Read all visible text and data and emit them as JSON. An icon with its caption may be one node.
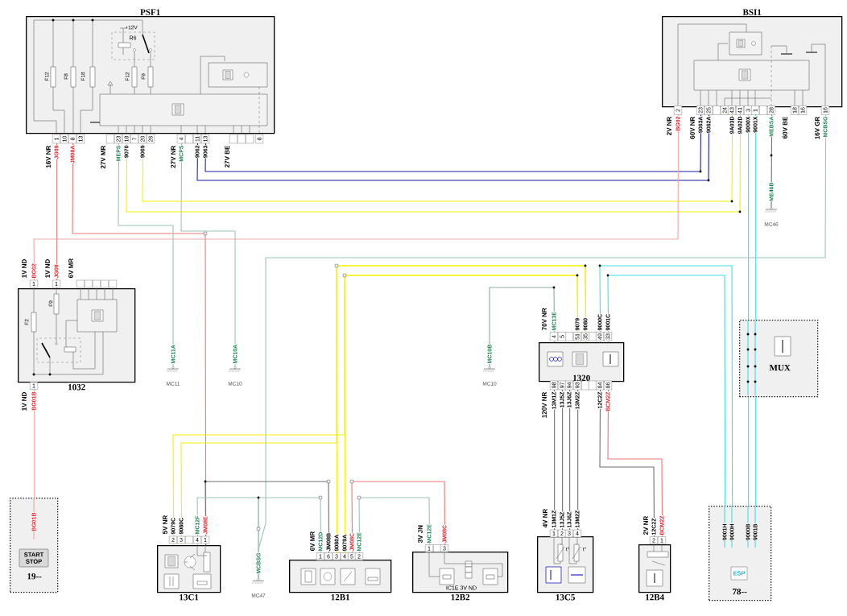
{
  "diagram": {
    "nodes": [
      {
        "text": [
          "PSF1"
        ]
      },
      {
        "text": [
          "BSI1"
        ]
      },
      {
        "text": [
          "MC46"
        ]
      },
      {
        "text": [
          "1032"
        ]
      },
      {
        "text": [
          "MC11"
        ]
      },
      {
        "text": [
          "MC10"
        ]
      },
      {
        "text": [
          "MC10"
        ]
      },
      {
        "text": [
          "1320"
        ]
      },
      {
        "text": [
          "MUX"
        ]
      },
      {
        "text": [
          "19--"
        ]
      },
      {
        "text": [
          "13C1"
        ]
      },
      {
        "text": [
          "MC47"
        ]
      },
      {
        "text": [
          "12B1"
        ]
      },
      {
        "text": [
          "12B2"
        ]
      },
      {
        "text": [
          "13C5"
        ]
      },
      {
        "text": [
          "12B4"
        ]
      },
      {
        "text": [
          "78--"
        ]
      }
    ],
    "edges": [
      {
        "from": 0,
        "to": 3,
        "arrow": "none",
        "color": "#e87878"
      },
      {
        "from": 0,
        "to": 10,
        "arrow": "none",
        "color": "#e87878"
      },
      {
        "from": 0,
        "to": 4,
        "arrow": "none",
        "color": "#9fc3b8"
      },
      {
        "from": 0,
        "to": 5,
        "arrow": "none",
        "color": "#9fc3b8"
      },
      {
        "from": 0,
        "to": 1,
        "arrow": "none",
        "color": "#f2f200"
      },
      {
        "from": 0,
        "to": 1,
        "arrow": "none",
        "color": "#f2f200"
      },
      {
        "from": 0,
        "to": 1,
        "arrow": "none",
        "color": "#1c1ca8"
      },
      {
        "from": 0,
        "to": 1,
        "arrow": "none",
        "color": "#1c1ca8"
      },
      {
        "from": 1,
        "to": 3,
        "arrow": "none",
        "color": "#f0a8a8"
      },
      {
        "from": 1,
        "to": 8,
        "arrow": "none",
        "color": "#3ee0ea"
      },
      {
        "from": 1,
        "to": 8,
        "arrow": "none",
        "color": "#3ee0ea"
      },
      {
        "from": 1,
        "to": 2,
        "arrow": "none",
        "color": "#707070"
      },
      {
        "from": 1,
        "to": 11,
        "arrow": "none",
        "color": "#9fc3b8"
      },
      {
        "from": 3,
        "to": 9,
        "arrow": "none",
        "color": "#f0a8a8"
      },
      {
        "from": 7,
        "to": 6,
        "arrow": "none",
        "color": "#8faa9f"
      },
      {
        "from": 7,
        "to": 12,
        "arrow": "none",
        "color": "#f2f200"
      },
      {
        "from": 7,
        "to": 12,
        "arrow": "none",
        "color": "#f2f200"
      },
      {
        "from": 7,
        "to": 10,
        "arrow": "none",
        "color": "#f2f200"
      },
      {
        "from": 7,
        "to": 10,
        "arrow": "none",
        "color": "#f2f200"
      },
      {
        "from": 7,
        "to": 16,
        "arrow": "none",
        "color": "#3ee0ea"
      },
      {
        "from": 7,
        "to": 16,
        "arrow": "none",
        "color": "#3ee0ea"
      },
      {
        "from": 7,
        "to": 14,
        "arrow": "none",
        "color": "#707070"
      },
      {
        "from": 7,
        "to": 14,
        "arrow": "none",
        "color": "#707070"
      },
      {
        "from": 7,
        "to": 14,
        "arrow": "none",
        "color": "#707070"
      },
      {
        "from": 7,
        "to": 14,
        "arrow": "none",
        "color": "#707070"
      },
      {
        "from": 7,
        "to": 15,
        "arrow": "none",
        "color": "#707070"
      },
      {
        "from": 7,
        "to": 15,
        "arrow": "none",
        "color": "#e87878"
      },
      {
        "from": 12,
        "to": 10,
        "arrow": "none",
        "color": "#707070"
      },
      {
        "from": 12,
        "to": 13,
        "arrow": "none",
        "color": "#e87878"
      },
      {
        "from": 10,
        "to": 11,
        "arrow": "none",
        "color": "#9fc3b8"
      },
      {
        "from": 12,
        "to": 11,
        "arrow": "none",
        "color": "#9fc3b8"
      },
      {
        "from": 12,
        "to": 13,
        "arrow": "none",
        "color": "#9fc3b8"
      },
      {
        "from": 8,
        "to": 16,
        "arrow": "none",
        "color": "#3ee0ea"
      },
      {
        "from": 8,
        "to": 16,
        "arrow": "none",
        "color": "#3ee0ea"
      }
    ],
    "labels": [
      "F12",
      "F8",
      "F18",
      "+12V",
      "R6",
      "F12",
      "F9",
      "16V NR",
      "1",
      "JG09",
      "10",
      "8",
      "JM08A",
      "13",
      "27V MR",
      "23",
      "MEPS",
      "18",
      "9070",
      "7",
      "20",
      "9069",
      "26",
      "27V NR",
      "4",
      "MCPS",
      "11",
      "9062",
      "13",
      "9063",
      "27V BE",
      "8",
      "2V NR",
      "2",
      "BG02",
      "60V NR",
      "23",
      "9063A",
      "25",
      "9062A",
      "24",
      "43",
      "9A03D",
      "41",
      "9A02D",
      "3",
      "9000X",
      "1",
      "9001X",
      "28",
      "MEBSA",
      "60V BE",
      "18",
      "16",
      "16V GR",
      "16",
      "MCBSG",
      "ME46B",
      "1V ND",
      "BG02",
      "1",
      "1V ND",
      "JG09",
      "1",
      "6V MR",
      "F9",
      "F2",
      "1",
      "1V ND",
      "BG01B",
      "MC11A",
      "MC10A",
      "MC10B",
      "70V NR",
      "4",
      "MC13E",
      "5",
      "51",
      "9079",
      "35",
      "9080",
      "49",
      "9000C",
      "33",
      "9001C",
      "120V NR",
      "98",
      "13M1Z",
      "97",
      "13J5Z",
      "94",
      "13J6Z",
      "93",
      "13M2Z",
      "84",
      "12C2Z",
      "86",
      "BCM2Z",
      "BG01B",
      "START STOP",
      "5V NR",
      "2",
      "9079C",
      "3",
      "9080C",
      "4",
      "MC12F",
      "1",
      "JM08E",
      "MCBSG",
      "6V MR",
      "1",
      "MC12D",
      "6",
      "JM08B",
      "3",
      "9080A",
      "4",
      "9079A",
      "5",
      "JM08C",
      "2",
      "MC12E",
      "3V JN",
      "1",
      "MC12E",
      "3",
      "JM08C",
      "IC1E 3V ND",
      "4V NR",
      "1",
      "13M1Z",
      "2",
      "13J5Z",
      "3",
      "13J6Z",
      "4",
      "13M2Z",
      "t°",
      "t°",
      "2V NR",
      "2",
      "12C2Z",
      "1",
      "BCM2Z",
      "9001H",
      "9000H",
      "9000B",
      "9001B",
      "ESP"
    ]
  }
}
